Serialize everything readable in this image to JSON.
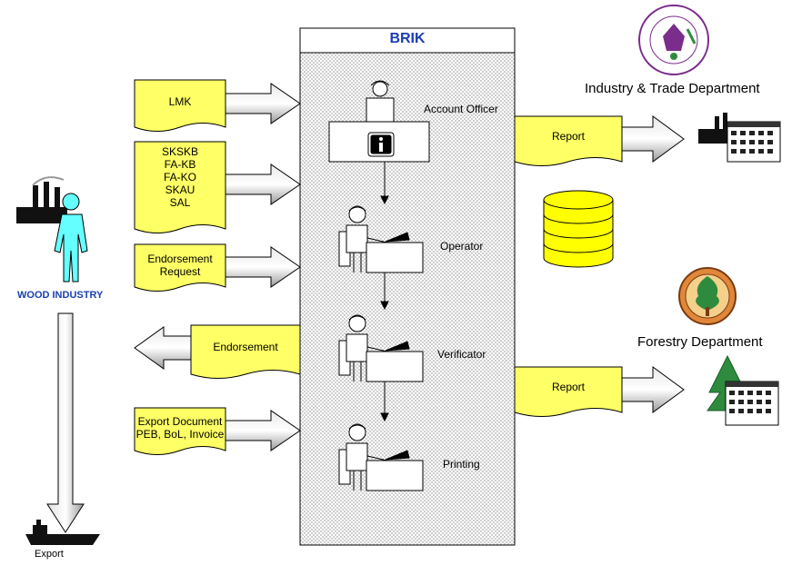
{
  "brik": {
    "title": "BRIK"
  },
  "inputs": [
    {
      "lines": [
        "LMK"
      ]
    },
    {
      "lines": [
        "SKSKB",
        "FA-KB",
        "FA-KO",
        "SKAU",
        "SAL"
      ]
    },
    {
      "lines": [
        "Endorsement",
        "Request"
      ]
    },
    {
      "lines": [
        "Export Document",
        "PEB, BoL, Invoice"
      ]
    }
  ],
  "output": {
    "label": "Endorsement"
  },
  "roles": [
    "Account Officer",
    "Operator",
    "Verificator",
    "Printing"
  ],
  "reports": [
    {
      "label": "Report"
    },
    {
      "label": "Report"
    }
  ],
  "departments": {
    "industry": "Industry & Trade Department",
    "forestry": "Forestry  Department"
  },
  "wood_industry": "WOOD INDUSTRY",
  "export": "Export",
  "colors": {
    "doc_fill": "#ffff66",
    "title_blue": "#1a3fb0",
    "person_cyan": "#66ffff",
    "db_yellow": "#ffff00"
  }
}
